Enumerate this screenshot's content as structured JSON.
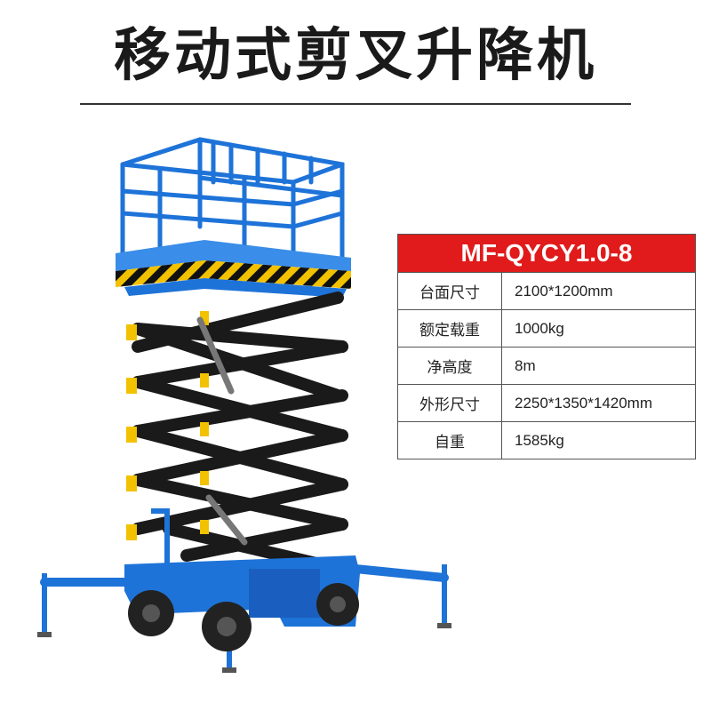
{
  "page": {
    "title": "移动式剪叉升降机"
  },
  "spec_table": {
    "model": "MF-QYCY1.0-8",
    "rows": [
      {
        "label": "台面尺寸",
        "value": "2100*1200mm"
      },
      {
        "label": "额定载重",
        "value": "1000kg"
      },
      {
        "label": "净高度",
        "value": "8m"
      },
      {
        "label": "外形尺寸",
        "value": "2250*1350*1420mm"
      },
      {
        "label": "自重",
        "value": "1585kg"
      }
    ]
  },
  "colors": {
    "accent": "#e11b1b",
    "machine_blue": "#1e73d8",
    "scissor_black": "#1a1a1a",
    "hazard_yellow": "#f2c200"
  },
  "illustration": {
    "icon": "scissor-lift-icon"
  }
}
